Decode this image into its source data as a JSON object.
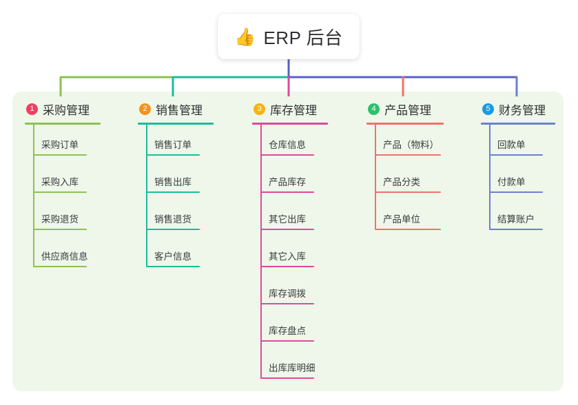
{
  "root": {
    "icon": "thumbs-up-icon",
    "emoji": "👍",
    "label": "ERP 后台"
  },
  "colors": {
    "panel_bg": "#eef7ea",
    "root_bg": "#ffffff",
    "text": "#2f3033",
    "trunk": "#5661c4",
    "branch_1": "#8cc152",
    "branch_2": "#1abc9c",
    "branch_3": "#e0489c",
    "branch_4": "#f2706b",
    "branch_5": "#6b7fd0",
    "badge_1": "#ef4062",
    "badge_2": "#f5921e",
    "badge_3": "#f5b315",
    "badge_4": "#2cc16b",
    "badge_5": "#1a9ae0"
  },
  "columns": [
    {
      "number": "1",
      "title": "采购管理",
      "badge_color": "#ef4062",
      "line_color": "#8cc152",
      "items": [
        "采购订单",
        "采购入库",
        "采购退货",
        "供应商信息"
      ]
    },
    {
      "number": "2",
      "title": "销售管理",
      "badge_color": "#f5921e",
      "line_color": "#1abc9c",
      "items": [
        "销售订单",
        "销售出库",
        "销售退货",
        "客户信息"
      ]
    },
    {
      "number": "3",
      "title": "库存管理",
      "badge_color": "#f5b315",
      "line_color": "#e0489c",
      "items": [
        "仓库信息",
        "产品库存",
        "其它出库",
        "其它入库",
        "库存调拨",
        "库存盘点",
        "出库库明细"
      ]
    },
    {
      "number": "4",
      "title": "产品管理",
      "badge_color": "#2cc16b",
      "line_color": "#f2706b",
      "items": [
        "产品（物料）",
        "产品分类",
        "产品单位"
      ]
    },
    {
      "number": "5",
      "title": "财务管理",
      "badge_color": "#1a9ae0",
      "line_color": "#6b7fd0",
      "items": [
        "回款单",
        "付款单",
        "结算账户"
      ]
    }
  ]
}
